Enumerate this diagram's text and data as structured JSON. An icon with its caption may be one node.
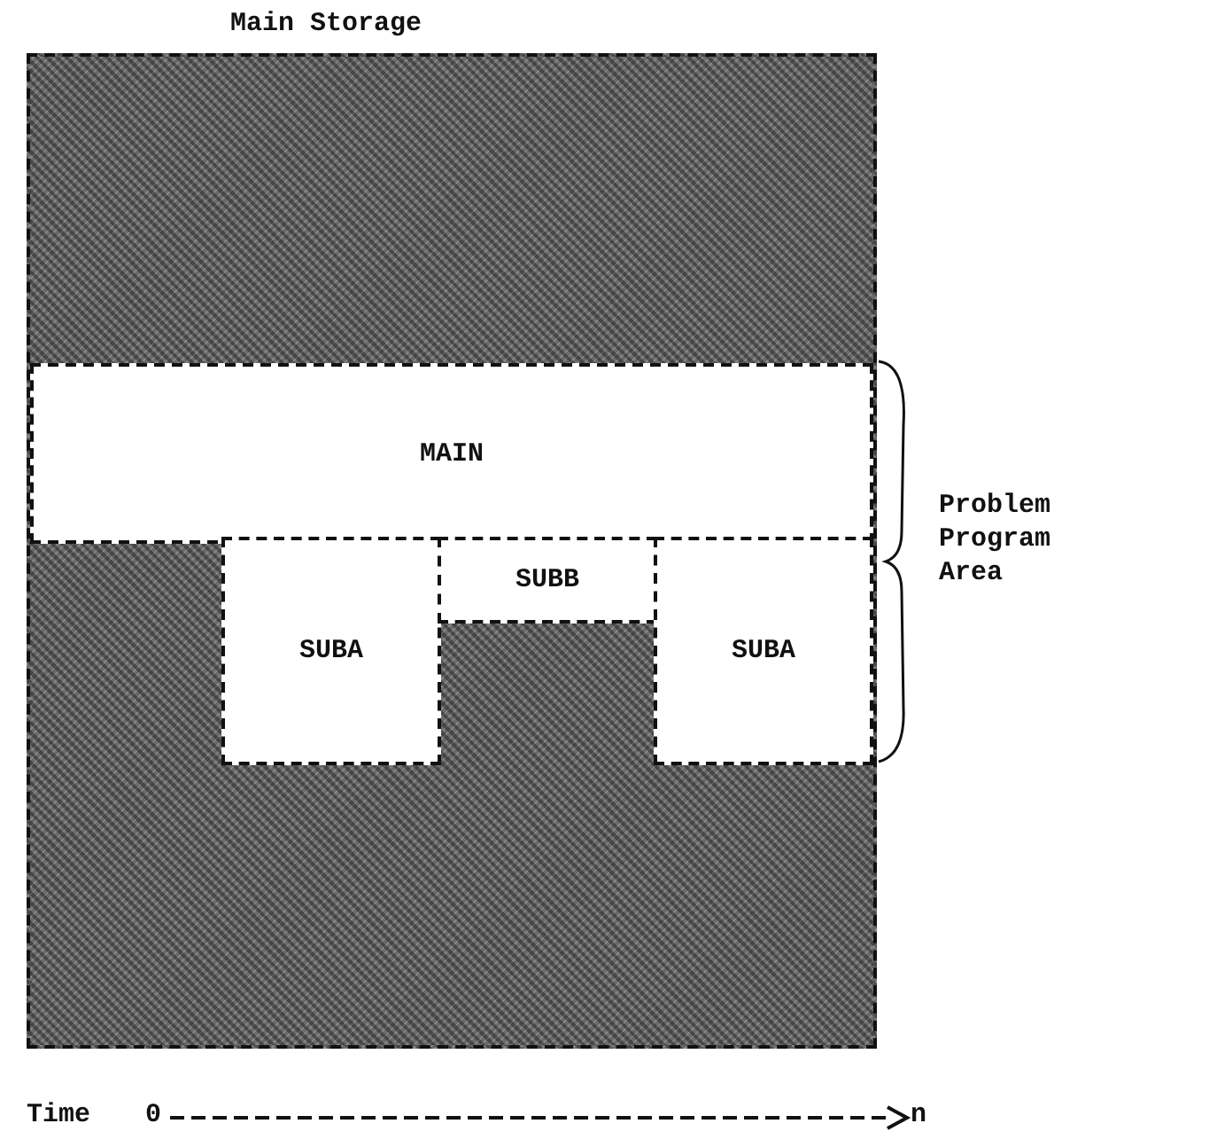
{
  "diagram": {
    "nodes": [
      {
        "text": [
          "Main Storage"
        ]
      },
      {
        "text": [
          "MAIN"
        ],
        "in": 0
      },
      {
        "text": [
          "SUBA"
        ],
        "in": 0
      },
      {
        "text": [
          "SUBB"
        ],
        "in": 0
      },
      {
        "text": [
          "SUBA"
        ],
        "in": 0
      }
    ],
    "edges": [],
    "labels": [
      "Problem Program Area",
      "Time",
      "0",
      "n"
    ]
  }
}
